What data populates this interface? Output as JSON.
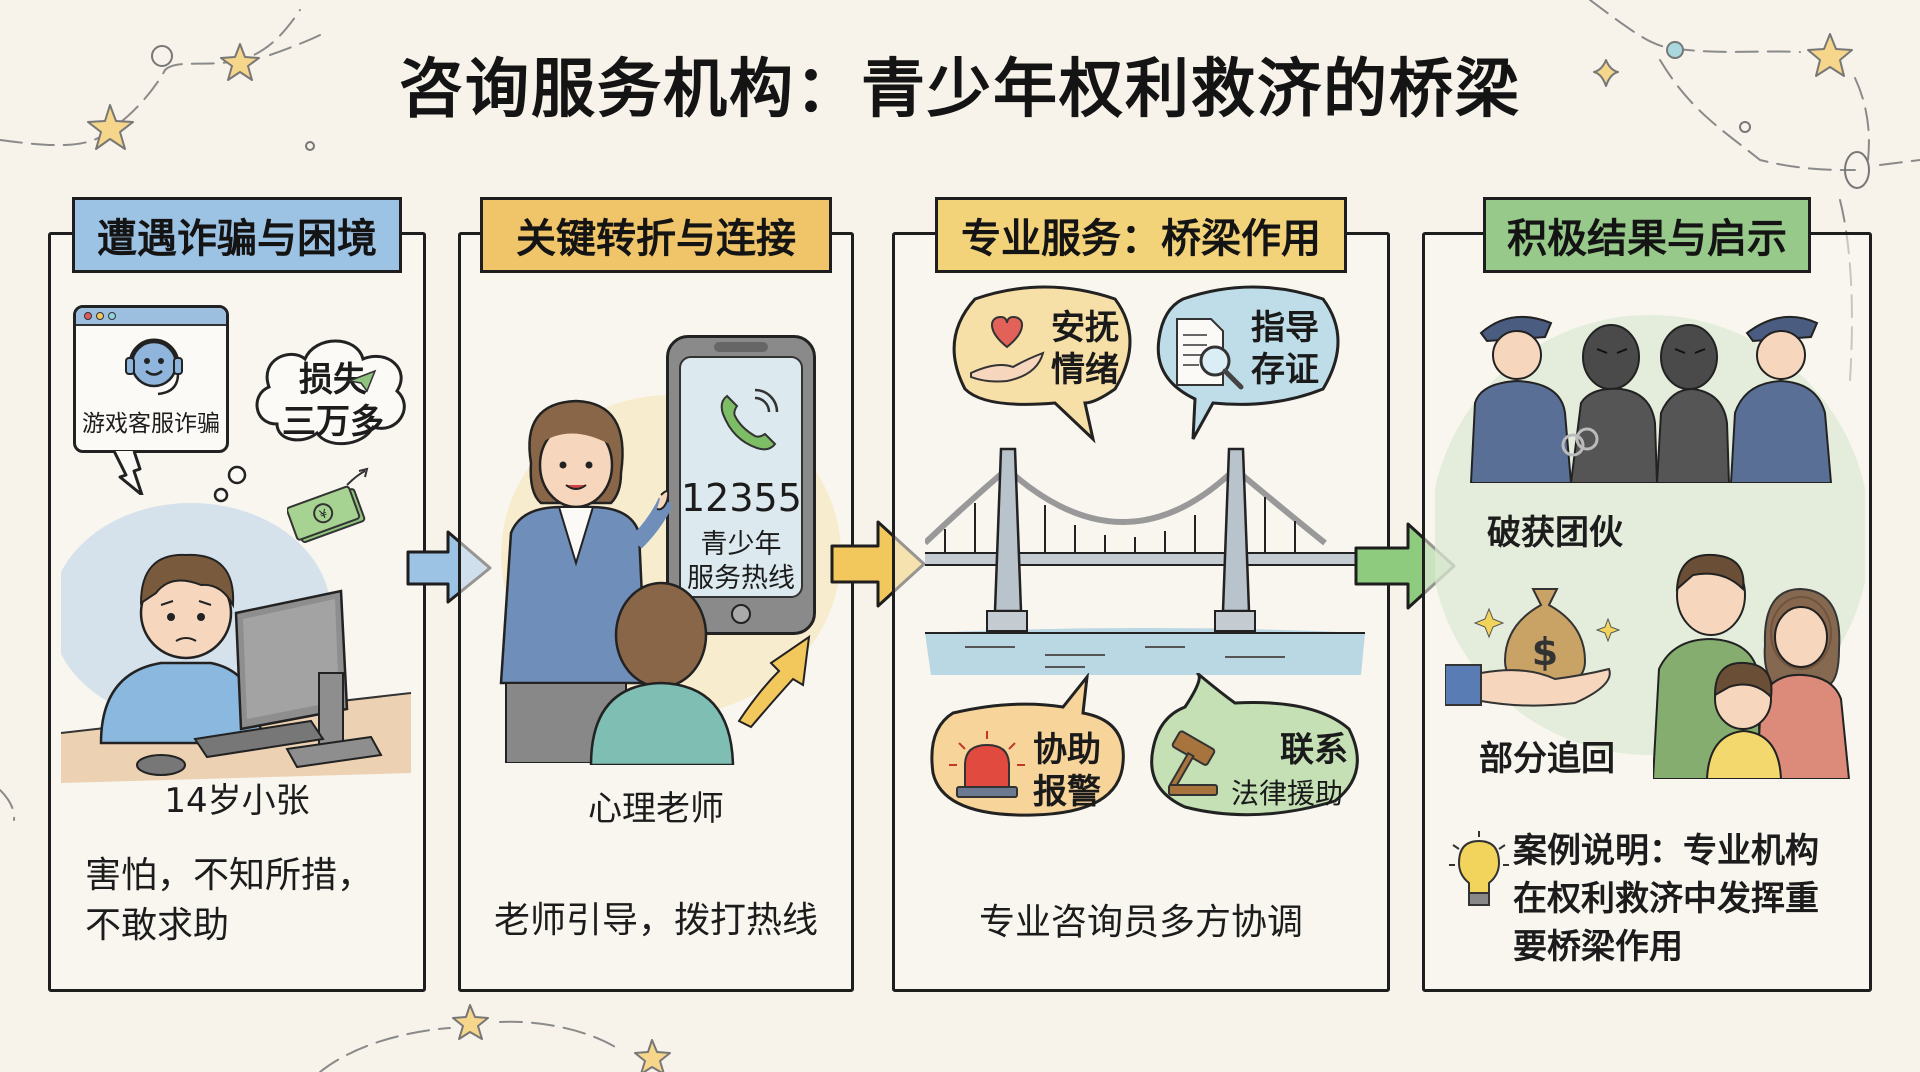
{
  "title": "咨询服务机构：青少年权利救济的桥梁",
  "colors": {
    "background": "#f7f3ea",
    "panel1_header": "#9cc2e4",
    "panel2_header": "#f0c56a",
    "panel3_header": "#f3d37a",
    "panel4_header": "#97c98a",
    "arrow1": "#9cc2e4",
    "arrow2": "#f2c75c",
    "arrow3": "#8fcb7f"
  },
  "panels": [
    {
      "header": "遭遇诈骗与困境",
      "window_label": "游戏客服诈骗",
      "cloud_text_line1": "损失",
      "cloud_text_line2": "三万多",
      "caption": "14岁小张",
      "body_line1": "害怕，不知所措，",
      "body_line2": "不敢求助",
      "icons": [
        "browser-window-icon",
        "headset-avatar-icon",
        "thought-cloud-icon",
        "paper-plane-icon",
        "banknote-icon",
        "boy-at-computer-illustration"
      ]
    },
    {
      "header": "关键转折与连接",
      "phone_number": "12355",
      "phone_label_line1": "青少年",
      "phone_label_line2": "服务热线",
      "caption": "心理老师",
      "body": "老师引导，拨打热线",
      "icons": [
        "phone-call-icon",
        "teacher-illustration",
        "student-back-illustration",
        "curved-arrow-icon"
      ]
    },
    {
      "header": "专业服务：桥梁作用",
      "bubbles": [
        {
          "line1": "安抚",
          "line2": "情绪",
          "icon": "heart-hand-icon"
        },
        {
          "line1": "指导",
          "line2": "存证",
          "icon": "document-magnifier-icon"
        },
        {
          "line1": "协助",
          "line2": "报警",
          "icon": "siren-icon"
        },
        {
          "line1": "联系",
          "line2": "法律援助",
          "icon": "gavel-icon"
        }
      ],
      "body": "专业咨询员多方协调",
      "icons": [
        "suspension-bridge-illustration"
      ]
    },
    {
      "header": "积极结果与启示",
      "arrest_label": "破获团伙",
      "recovered_label": "部分追回",
      "lesson_line1": "案例说明：专业机构",
      "lesson_line2": "在权利救济中发挥重",
      "lesson_line3": "要桥梁作用",
      "icons": [
        "police-arrest-illustration",
        "money-bag-icon",
        "family-illustration",
        "lightbulb-icon"
      ]
    }
  ]
}
